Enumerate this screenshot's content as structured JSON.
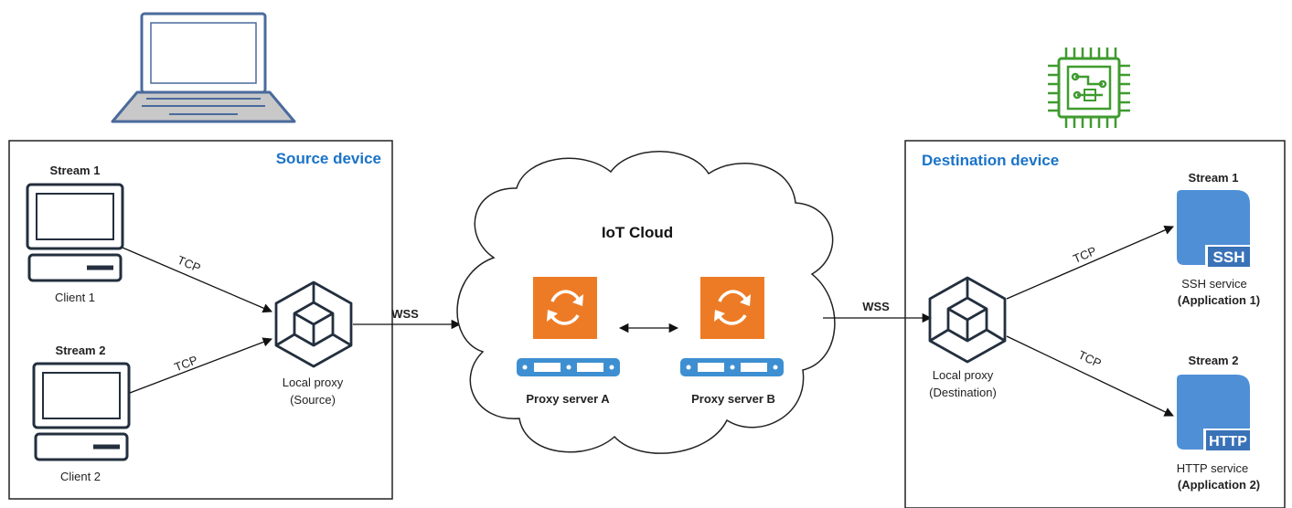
{
  "colors": {
    "accent_blue": "#1a73c8",
    "stroke_dark": "#232f3e",
    "laptop_blue": "#4a6a9c",
    "chip_green": "#3f9b2f",
    "proxy_orange": "#ed7b26",
    "server_blue": "#3d8fd1",
    "app_blue": "#4f8fd6"
  },
  "source": {
    "title": "Source device",
    "clients": [
      {
        "stream": "Stream 1",
        "label": "Client 1",
        "conn": "TCP"
      },
      {
        "stream": "Stream 2",
        "label": "Client 2",
        "conn": "TCP"
      }
    ],
    "proxy": {
      "line1": "Local proxy",
      "line2": "(Source)"
    },
    "link": "WSS"
  },
  "cloud": {
    "title": "IoT Cloud",
    "server_a": "Proxy server A",
    "server_b": "Proxy server B"
  },
  "destination": {
    "title": "Destination device",
    "link": "WSS",
    "proxy": {
      "line1": "Local proxy",
      "line2": "(Destination)"
    },
    "apps": [
      {
        "stream": "Stream 1",
        "badge": "SSH",
        "line1": "SSH service",
        "line2": "(Application 1)",
        "conn": "TCP"
      },
      {
        "stream": "Stream 2",
        "badge": "HTTP",
        "line1": "HTTP service",
        "line2": "(Application 2)",
        "conn": "TCP"
      }
    ]
  },
  "icons": {
    "laptop": "laptop-icon",
    "chip": "microchip-icon",
    "client": "desktop-computer-icon",
    "proxy": "cube-icon",
    "server": "proxy-server-icon",
    "app": "application-service-icon"
  }
}
